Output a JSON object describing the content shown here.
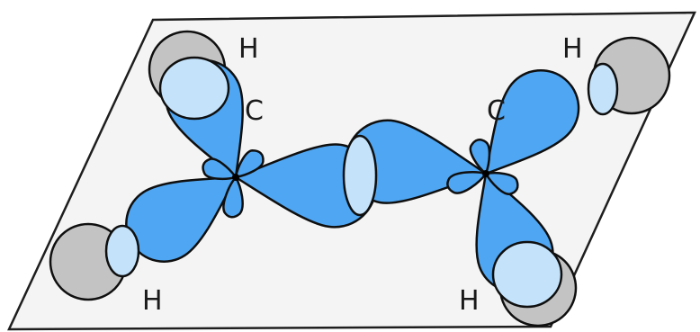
{
  "labels": {
    "h_top_left": "H",
    "c_left": "C",
    "h_bottom_left": "H",
    "h_top_right": "H",
    "c_right": "C",
    "h_bottom_right": "H"
  },
  "colors": {
    "plane_fill": "#f4f4f4",
    "plane_stroke": "#1e1e1e",
    "orbital_fill": "#4fa6f2",
    "orbital_overlap_fill": "#c4e3fb",
    "hydrogen_fill": "#c3c3c3",
    "outline": "#0f0f0f"
  },
  "icons": {
    "carbon_center": "carbon-nucleus-dot"
  }
}
